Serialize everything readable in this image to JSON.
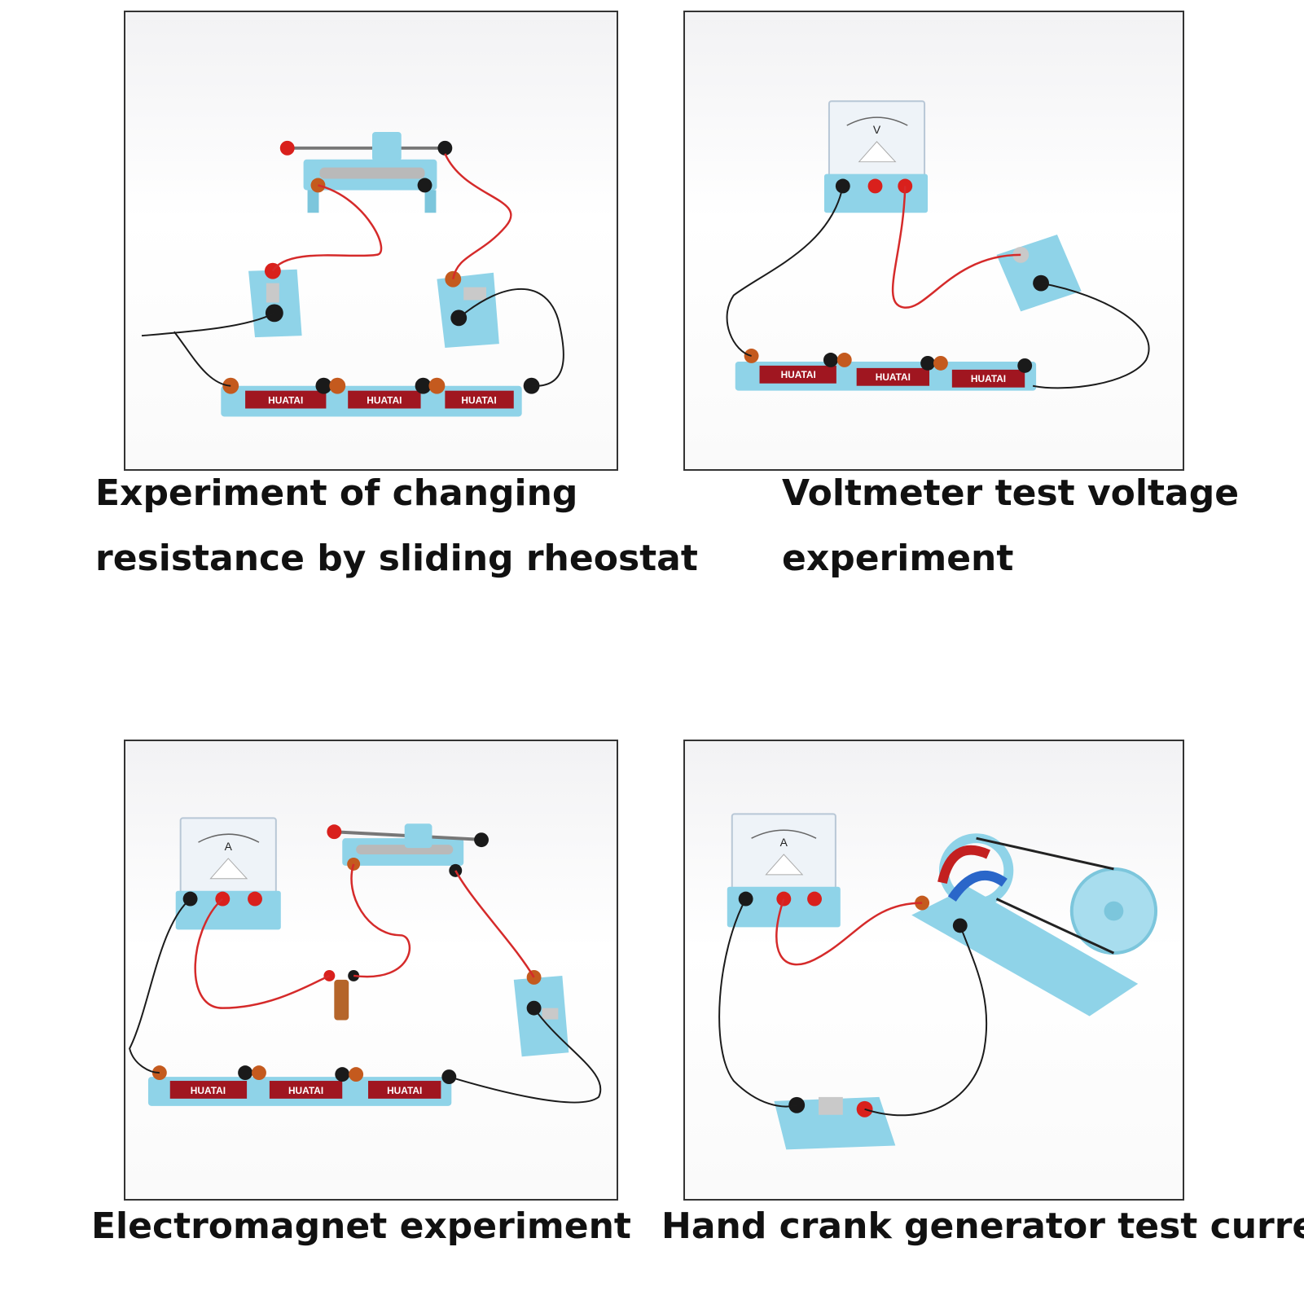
{
  "battery_brand": "HUATAI",
  "meter_labels": {
    "voltmeter": "V",
    "ammeter": "A"
  },
  "colors": {
    "module_blue": "#8fd3e8",
    "terminal_red": "#d9201c",
    "terminal_black": "#1a1a1a",
    "wire_red": "#d52a2a",
    "wire_black": "#1b1b1b",
    "battery_red": "#a01620"
  },
  "panels": [
    {
      "caption_lines": [
        "Experiment of changing",
        "resistance by sliding rheostat"
      ]
    },
    {
      "caption_lines": [
        "Voltmeter test voltage",
        "experiment"
      ]
    },
    {
      "caption_lines": [
        "Electromagnet experiment"
      ]
    },
    {
      "caption_lines": [
        "Hand crank generator test current"
      ]
    }
  ]
}
